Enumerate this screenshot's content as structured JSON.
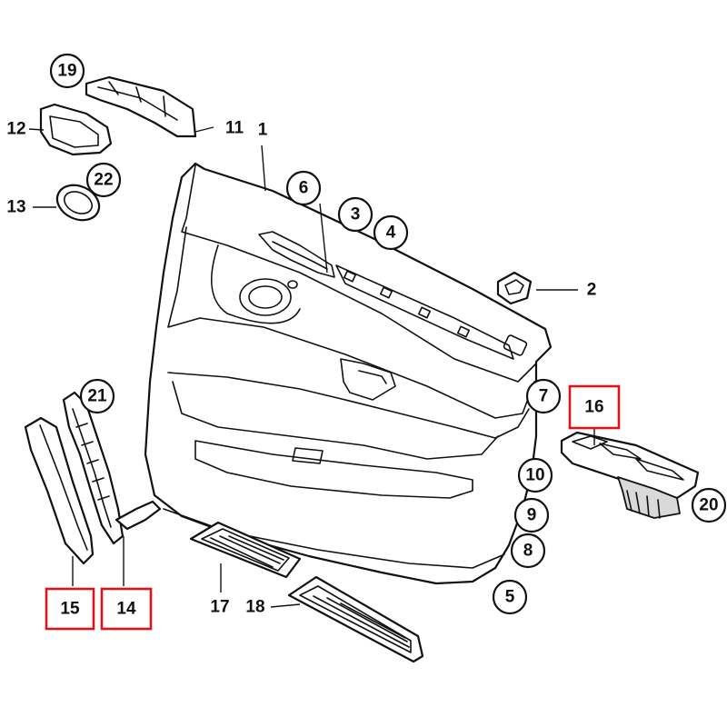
{
  "callouts": {
    "c1": "1",
    "c2": "2",
    "c3": "3",
    "c4": "4",
    "c5": "5",
    "c6": "6",
    "c7": "7",
    "c8": "8",
    "c9": "9",
    "c10": "10",
    "c11": "11",
    "c12": "12",
    "c13": "13",
    "c14": "14",
    "c15": "15",
    "c16": "16",
    "c17": "17",
    "c18": "18",
    "c19": "19",
    "c20": "20",
    "c21": "21",
    "c22": "22"
  },
  "highlighted_parts": [
    "14",
    "15",
    "16"
  ],
  "colors": {
    "highlight": "#d9141b",
    "line": "#111111",
    "background": "#ffffff"
  }
}
